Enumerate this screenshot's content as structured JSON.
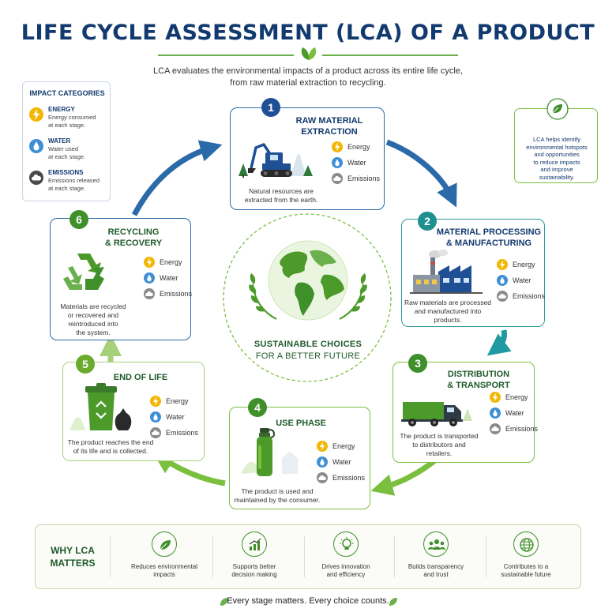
{
  "header": {
    "title": "LIFE CYCLE ASSESSMENT (LCA) OF A PRODUCT",
    "subtitle_line1": "LCA evaluates the environmental impacts of a product across its entire life cycle,",
    "subtitle_line2": "from raw material extraction to recycling."
  },
  "impact_legend": {
    "heading": "IMPACT CATEGORIES",
    "items": [
      {
        "name": "ENERGY",
        "line1": "Energy consumed",
        "line2": "at each stage."
      },
      {
        "name": "WATER",
        "line1": "Water used",
        "line2": "at each stage."
      },
      {
        "name": "EMISSIONS",
        "line1": "Emissions released",
        "line2": "at each stage."
      }
    ]
  },
  "impact_labels": {
    "energy": "Energy",
    "water": "Water",
    "emissions": "Emissions"
  },
  "hotspot_note": {
    "line1": "LCA helps identify",
    "line2": "environmental hotspots",
    "line3": "and opportunities",
    "line4": "to reduce impacts",
    "line5": "and improve",
    "line6": "sustainability."
  },
  "stages": [
    {
      "number": "1",
      "title_line1": "RAW MATERIAL",
      "title_line2": "EXTRACTION",
      "desc_line1": "Natural resources are",
      "desc_line2": "extracted from the earth."
    },
    {
      "number": "2",
      "title_line1": "MATERIAL PROCESSING",
      "title_line2": "& MANUFACTURING",
      "desc_line1": "Raw materials are processed",
      "desc_line2": "and manufactured into",
      "desc_line3": "products."
    },
    {
      "number": "3",
      "title_line1": "DISTRIBUTION",
      "title_line2": "& TRANSPORT",
      "desc_line1": "The product is transported",
      "desc_line2": "to distributors and",
      "desc_line3": "retailers."
    },
    {
      "number": "4",
      "title_line1": "USE PHASE",
      "desc_line1": "The product is used and",
      "desc_line2": "maintained by the consumer."
    },
    {
      "number": "5",
      "title_line1": "END OF LIFE",
      "desc_line1": "The product reaches the end",
      "desc_line2": "of its life and is collected."
    },
    {
      "number": "6",
      "title_line1": "RECYCLING",
      "title_line2": "& RECOVERY",
      "desc_line1": "Materials are recycled",
      "desc_line2": "or recovered and",
      "desc_line3": "reintroduced into",
      "desc_line4": "the system."
    }
  ],
  "center": {
    "line1": "SUSTAINABLE CHOICES",
    "line2": "FOR A BETTER FUTURE"
  },
  "why": {
    "title_line1": "WHY LCA",
    "title_line2": "MATTERS",
    "items": [
      {
        "line1": "Reduces environmental",
        "line2": "impacts",
        "icon": "leaf-icon"
      },
      {
        "line1": "Supports better",
        "line2": "decision making",
        "icon": "bar-chart-icon"
      },
      {
        "line1": "Drives innovation",
        "line2": "and efficiency",
        "icon": "lightbulb-icon"
      },
      {
        "line1": "Builds transparency",
        "line2": "and trust",
        "icon": "people-icon"
      },
      {
        "line1": "Contributes to a",
        "line2": "sustainable future",
        "icon": "globe-icon"
      }
    ]
  },
  "footer": {
    "text": "Every stage matters. Every choice counts."
  },
  "colors": {
    "navy": "#123a6e",
    "blue": "#2b6aa8",
    "teal": "#2a9a9a",
    "green": "#3f8f2a",
    "light_green": "#7bbf3f"
  }
}
